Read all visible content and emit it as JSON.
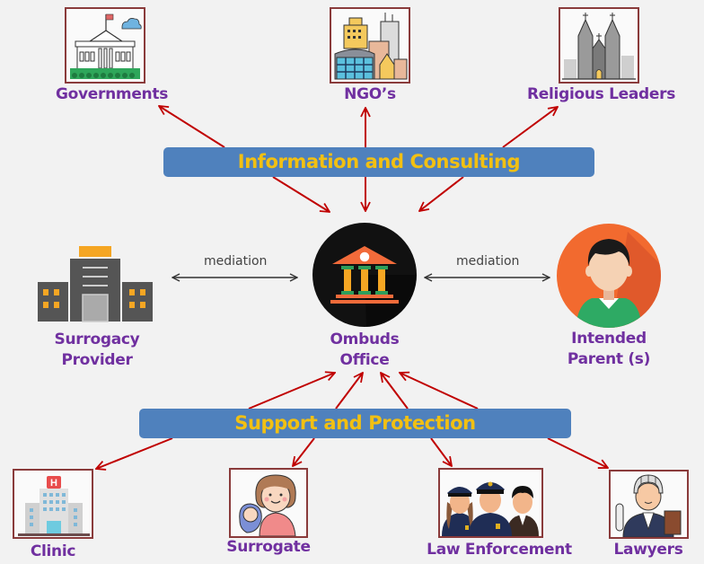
{
  "center": {
    "label_line1": "Ombuds",
    "label_line2": "Office",
    "icon": "courthouse-icon"
  },
  "top_banner": {
    "label": "Information and Consulting"
  },
  "bottom_banner": {
    "label": "Support and Protection"
  },
  "top_nodes": [
    {
      "id": "governments",
      "label": "Governments",
      "icon": "government-building-icon"
    },
    {
      "id": "ngos",
      "label": "NGO’s",
      "icon": "city-buildings-icon"
    },
    {
      "id": "religious-leaders",
      "label": "Religious Leaders",
      "icon": "cathedral-icon"
    }
  ],
  "side_nodes": [
    {
      "id": "surrogacy-provider",
      "label_line1": "Surrogacy",
      "label_line2": "Provider",
      "icon": "office-building-icon",
      "link_label": "mediation"
    },
    {
      "id": "intended-parents",
      "label_line1": "Intended",
      "label_line2": "Parent (s)",
      "icon": "person-avatar-icon",
      "link_label": "mediation"
    }
  ],
  "bottom_nodes": [
    {
      "id": "clinic",
      "label": "Clinic",
      "icon": "hospital-icon"
    },
    {
      "id": "surrogate",
      "label": "Surrogate",
      "icon": "mother-baby-icon"
    },
    {
      "id": "law-enforcement",
      "label": "Law Enforcement",
      "icon": "police-officers-icon"
    },
    {
      "id": "lawyers",
      "label": "Lawyers",
      "icon": "lawyer-icon"
    }
  ],
  "colors": {
    "background": "#f2f2f2",
    "arrow": "#c00000",
    "banner": "#4f81bd",
    "banner_text": "#f2c012",
    "label": "#7030a0",
    "icon_border": "#8a3b3b"
  }
}
